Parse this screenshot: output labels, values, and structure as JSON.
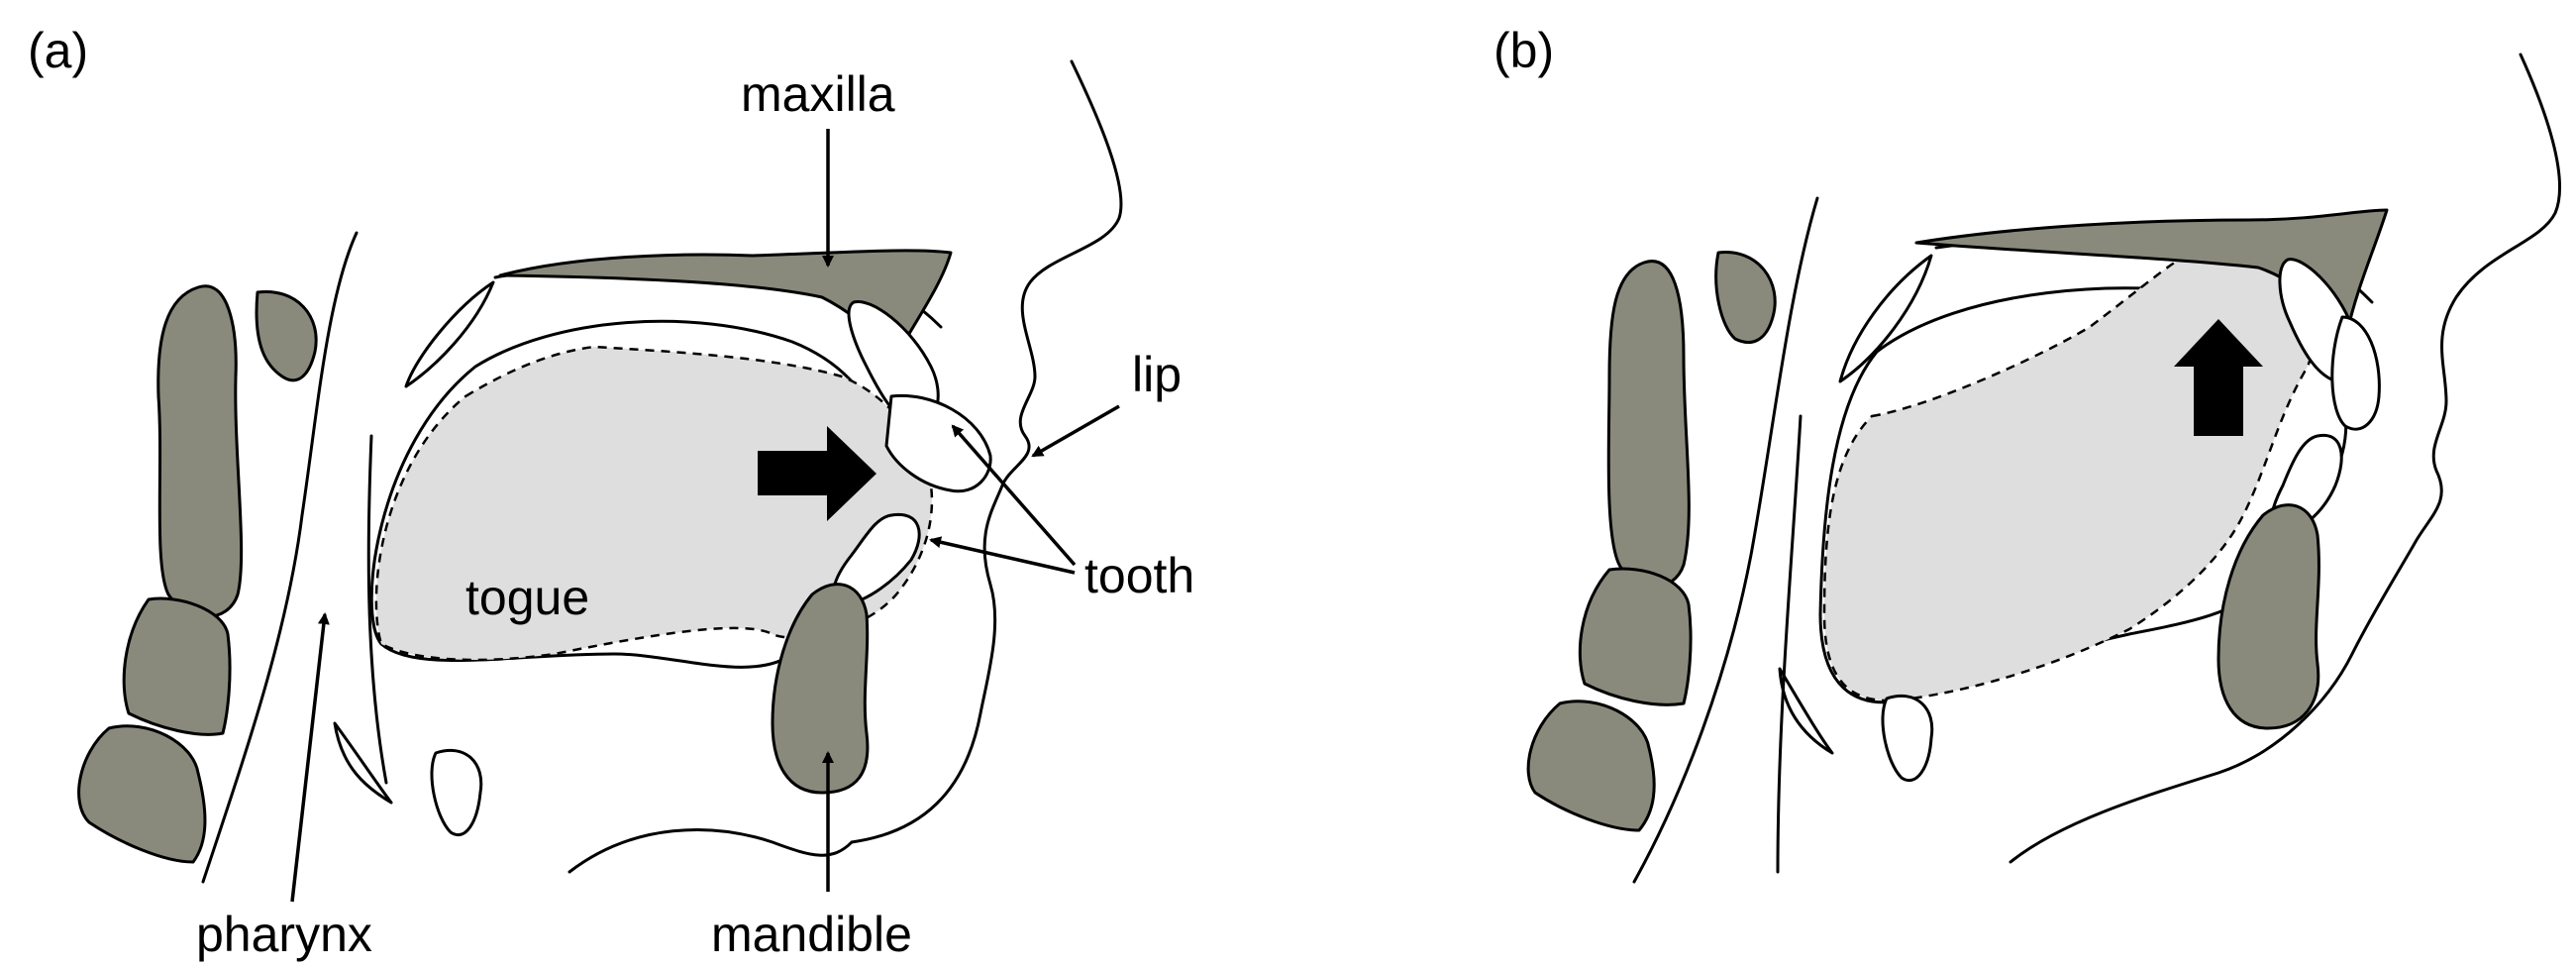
{
  "panels": [
    {
      "id": "a",
      "label": "(a)"
    },
    {
      "id": "b",
      "label": "(b)"
    }
  ],
  "labels": {
    "maxilla": "maxilla",
    "lip": "lip",
    "tooth": "tooth",
    "tongue": "togue",
    "pharynx": "pharynx",
    "mandible": "mandible"
  },
  "colors": {
    "bone": "#8a8a7c",
    "tongue": "#dedede",
    "outline": "#000000",
    "background": "#ffffff"
  }
}
